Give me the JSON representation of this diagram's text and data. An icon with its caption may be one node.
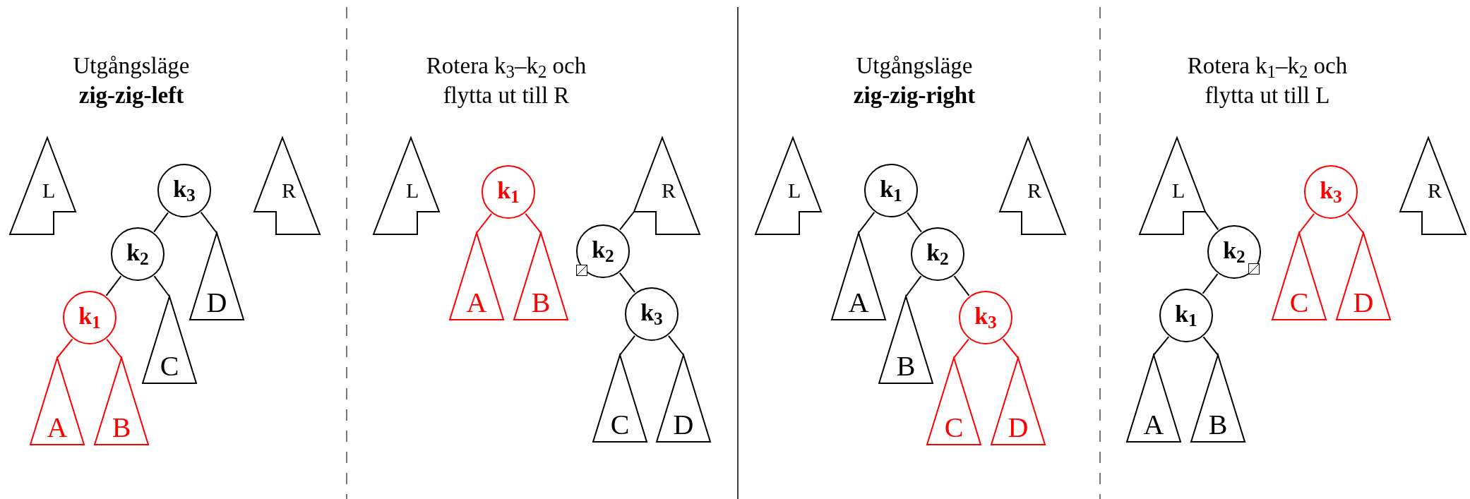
{
  "diagram": {
    "nodes": [
      {
        "text": [
          "L"
        ]
      },
      {
        "text": [
          "k$_{3}$"
        ]
      },
      {
        "text": [
          "R"
        ]
      },
      {
        "text": [
          "k$_{2}$"
        ]
      },
      {
        "text": [
          "D"
        ]
      },
      {
        "text": [
          "k$_{1}$"
        ]
      },
      {
        "text": [
          "C"
        ]
      },
      {
        "text": [
          "A"
        ]
      },
      {
        "text": [
          "B"
        ]
      },
      {
        "text": [
          "L"
        ]
      },
      {
        "text": [
          "k$_{1}$"
        ]
      },
      {
        "text": [
          "R"
        ]
      },
      {
        "text": [
          "k$_{2}$"
        ]
      },
      {
        "text": [
          "A"
        ]
      },
      {
        "text": [
          "B"
        ]
      },
      {
        "text": [
          "k$_{3}$"
        ]
      },
      {
        "text": [
          "C"
        ]
      },
      {
        "text": [
          "D"
        ]
      },
      {
        "text": [
          "L"
        ]
      },
      {
        "text": [
          "k$_{1}$"
        ]
      },
      {
        "text": [
          "R"
        ]
      },
      {
        "text": [
          "k$_{2}$"
        ]
      },
      {
        "text": [
          "A"
        ]
      },
      {
        "text": [
          "k$_{3}$"
        ]
      },
      {
        "text": [
          "B"
        ]
      },
      {
        "text": [
          "C"
        ]
      },
      {
        "text": [
          "D"
        ]
      },
      {
        "text": [
          "L"
        ]
      },
      {
        "text": [
          "k$_{3}$"
        ]
      },
      {
        "text": [
          "R"
        ]
      },
      {
        "text": [
          "k$_{2}$"
        ]
      },
      {
        "text": [
          "C"
        ]
      },
      {
        "text": [
          "D"
        ]
      },
      {
        "text": [
          "k$_{1}$"
        ]
      },
      {
        "text": [
          "A"
        ]
      },
      {
        "text": [
          "B"
        ]
      }
    ],
    "edges": [
      {
        "from": 1,
        "to": 3,
        "arrow": "none"
      },
      {
        "from": 1,
        "to": 4,
        "arrow": "none"
      },
      {
        "from": 3,
        "to": 5,
        "arrow": "none"
      },
      {
        "from": 3,
        "to": 6,
        "arrow": "none"
      },
      {
        "from": 5,
        "to": 7,
        "arrow": "none",
        "color": "#ff0000"
      },
      {
        "from": 5,
        "to": 8,
        "arrow": "none",
        "color": "#ff0000"
      },
      {
        "from": 10,
        "to": 13,
        "arrow": "none",
        "color": "#ff0000"
      },
      {
        "from": 10,
        "to": 14,
        "arrow": "none",
        "color": "#ff0000"
      },
      {
        "from": 11,
        "to": 12,
        "arrow": "none"
      },
      {
        "from": 12,
        "to": 15,
        "arrow": "none"
      },
      {
        "from": 15,
        "to": 16,
        "arrow": "none"
      },
      {
        "from": 15,
        "to": 17,
        "arrow": "none"
      },
      {
        "from": 19,
        "to": 22,
        "arrow": "none"
      },
      {
        "from": 19,
        "to": 21,
        "arrow": "none"
      },
      {
        "from": 21,
        "to": 24,
        "arrow": "none"
      },
      {
        "from": 21,
        "to": 23,
        "arrow": "none"
      },
      {
        "from": 23,
        "to": 25,
        "arrow": "none",
        "color": "#ff0000"
      },
      {
        "from": 23,
        "to": 26,
        "arrow": "none",
        "color": "#ff0000"
      },
      {
        "from": 27,
        "to": 30,
        "arrow": "none"
      },
      {
        "from": 30,
        "to": 33,
        "arrow": "none"
      },
      {
        "from": 28,
        "to": 31,
        "arrow": "none",
        "color": "#ff0000"
      },
      {
        "from": 28,
        "to": 32,
        "arrow": "none",
        "color": "#ff0000"
      },
      {
        "from": 33,
        "to": 34,
        "arrow": "none"
      },
      {
        "from": 33,
        "to": 35,
        "arrow": "none"
      }
    ],
    "labels": [
      "Utgångsläge",
      "zig-zig-left",
      "Rotera k$_{3}$–k$_{2}$ och",
      "flytta ut till R",
      "Utgångsläge",
      "zig-zig-right",
      "Rotera k$_{1}$–k$_{2}$ och",
      "flytta ut till L"
    ]
  }
}
